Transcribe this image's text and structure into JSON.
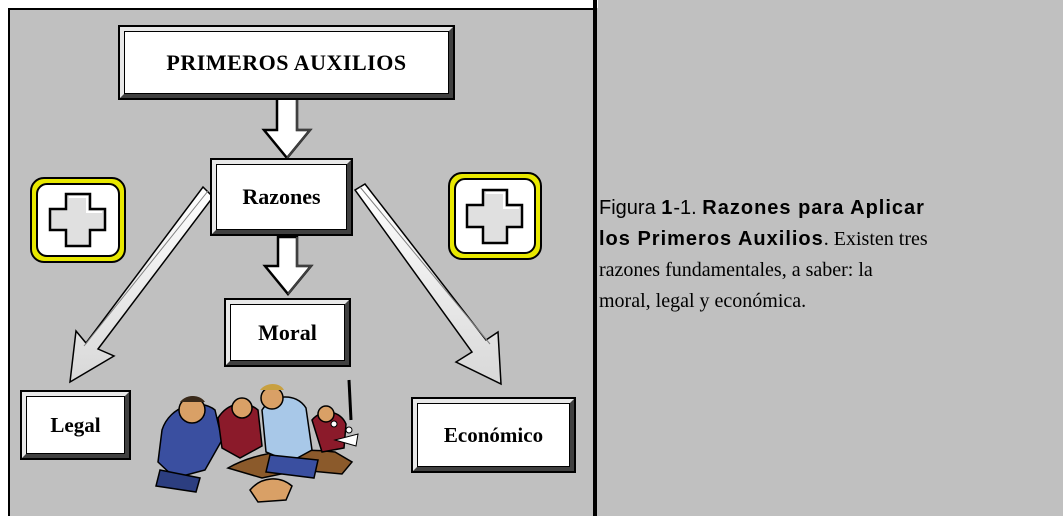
{
  "diagram": {
    "title": "PRIMEROS AUXILIOS",
    "center_node": "Razones",
    "nodes": {
      "moral": "Moral",
      "legal": "Legal",
      "economic": "Económico"
    },
    "colors": {
      "background": "#c0c0c0",
      "box_fill": "#ffffff",
      "cross_frame": "#e8e800",
      "arrow_fill": "#ffffff"
    },
    "icons": [
      "first-aid-cross-icon",
      "first-aid-cross-icon",
      "down-arrow-icon",
      "rescuers-illustration-icon"
    ]
  },
  "caption": {
    "prefix": "Figura ",
    "number": "1",
    "suffix": "-1. ",
    "title_line1": "Razones para Aplicar",
    "title_line2": "los Primeros Auxilios",
    "line2_rest": ". Existen tres",
    "line3": "razones fundamentales, a saber: la",
    "line4": "moral, legal y económica."
  }
}
